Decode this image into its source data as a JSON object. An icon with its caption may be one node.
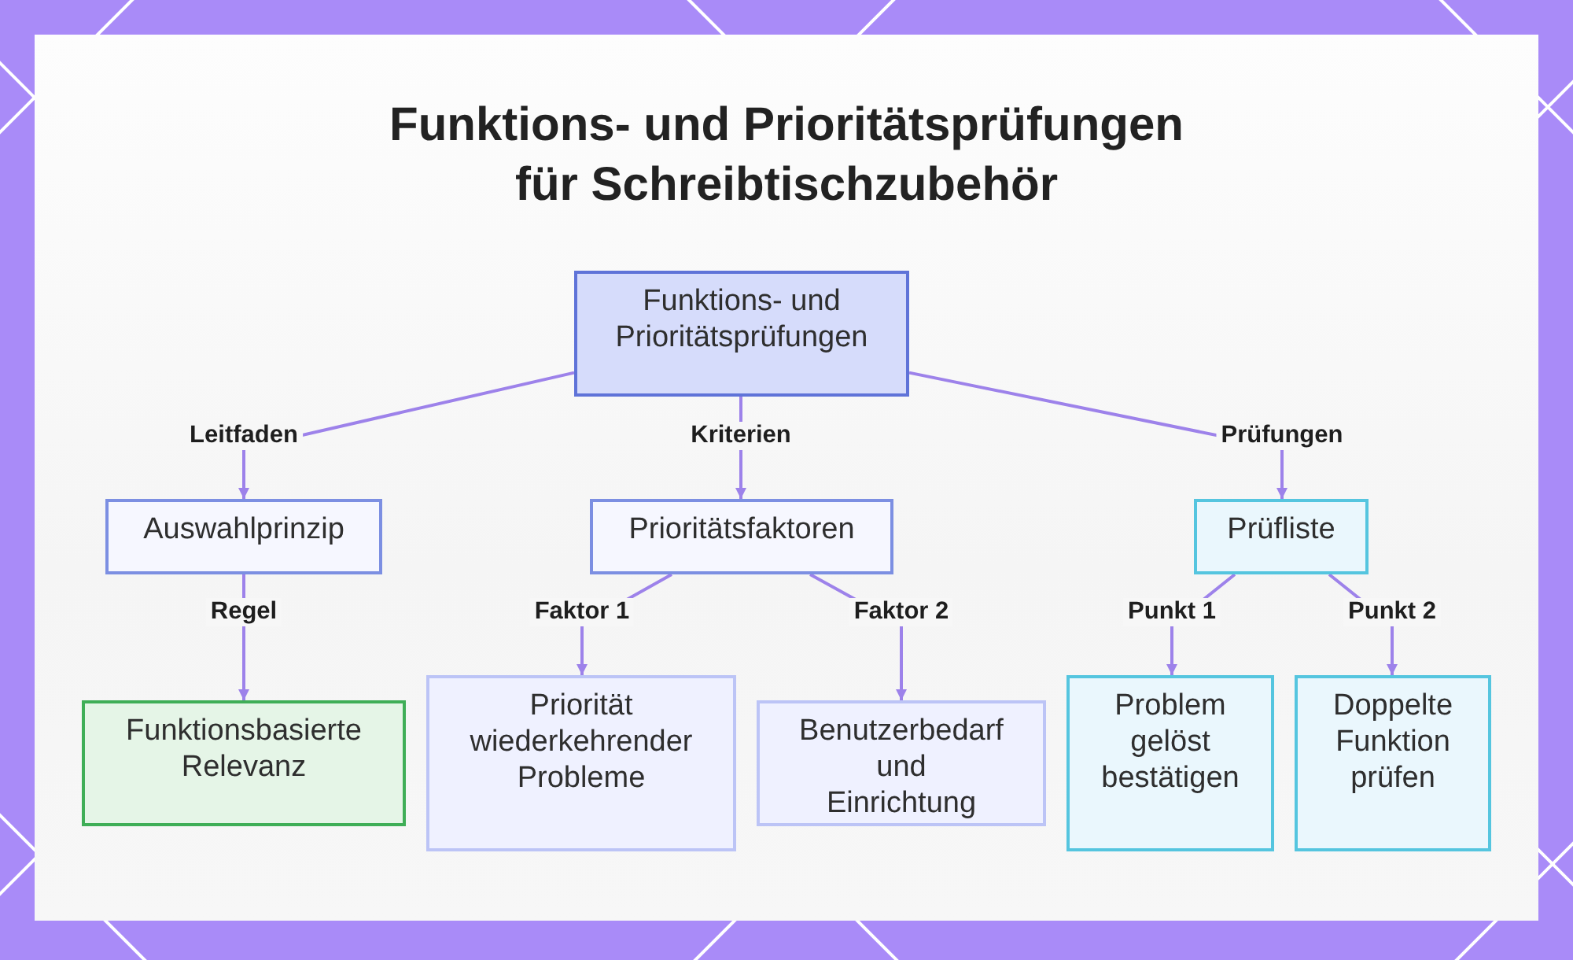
{
  "diagram": {
    "title": "Funktions- und Prioritätsprüfungen für Schreibtischzubehör",
    "nodes": [
      {
        "text": [
          "Funktions- und Prioritätsprüfungen"
        ]
      },
      {
        "text": [
          "Auswahlprinzip"
        ]
      },
      {
        "text": [
          "Prioritätsfaktoren"
        ]
      },
      {
        "text": [
          "Prüfliste"
        ]
      },
      {
        "text": [
          "Funktionsbasierte Relevanz"
        ]
      },
      {
        "text": [
          "Priorität wiederkehrender Probleme"
        ]
      },
      {
        "text": [
          "Benutzerbedarf und Einrichtung"
        ]
      },
      {
        "text": [
          "Problem gelöst bestätigen"
        ]
      },
      {
        "text": [
          "Doppelte Funktion prüfen"
        ]
      }
    ],
    "edges": [
      {
        "from": 0,
        "to": 1,
        "arrow": "to",
        "label": "Leitfaden"
      },
      {
        "from": 0,
        "to": 2,
        "arrow": "to",
        "label": "Kriterien"
      },
      {
        "from": 0,
        "to": 3,
        "arrow": "to",
        "label": "Prüfungen"
      },
      {
        "from": 1,
        "to": 4,
        "arrow": "to",
        "label": "Regel"
      },
      {
        "from": 2,
        "to": 5,
        "arrow": "to",
        "label": "Faktor 1"
      },
      {
        "from": 2,
        "to": 6,
        "arrow": "to",
        "label": "Faktor 2"
      },
      {
        "from": 3,
        "to": 7,
        "arrow": "to",
        "label": "Punkt 1"
      },
      {
        "from": 3,
        "to": 8,
        "arrow": "to",
        "label": "Punkt 2"
      }
    ]
  }
}
